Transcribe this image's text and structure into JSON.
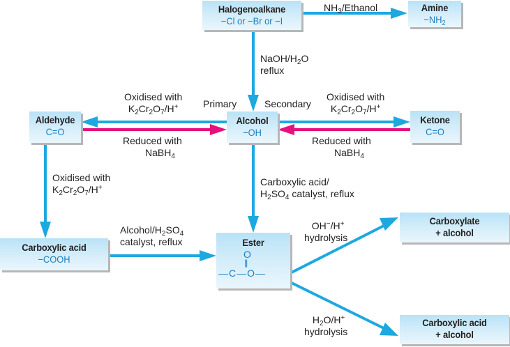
{
  "diagram": {
    "title": "Reaction pathways of organic functional groups",
    "colors": {
      "oxidation_arrow": "#1ea8e0",
      "reduction_arrow": "#e5127d",
      "box_top": "#b9e2f6",
      "box_bottom": "#eaf6fd",
      "group_text": "#1c7fc1",
      "shadow": "#b7b7b7"
    },
    "nodes": {
      "halogenoalkane": {
        "title": "Halogenoalkane",
        "group": "−Cl or −Br or −I"
      },
      "amine": {
        "title": "Amine",
        "group_main": "−NH",
        "group_sub": "2"
      },
      "alcohol": {
        "title": "Alcohol",
        "group": "−OH"
      },
      "aldehyde": {
        "title": "Aldehyde",
        "group": "C=O"
      },
      "ketone": {
        "title": "Ketone",
        "group": "C=O"
      },
      "carboxylic_acid": {
        "title": "Carboxylic acid",
        "group": "−COOH"
      },
      "ester": {
        "title": "Ester",
        "struct_o_top": "O",
        "struct_double_bond": "||",
        "struct_chain": "—C—O—"
      },
      "carboxylate": {
        "line1": "Carboxylate",
        "line2": "+ alcohol"
      },
      "carboxylic_acid_alcohol": {
        "line1": "Carboxylic acid",
        "line2": "+ alcohol"
      }
    },
    "edges": [
      {
        "from": "halogenoalkane",
        "to": "amine",
        "type": "oxidation_arrow",
        "label": {
          "a": "NH",
          "a_sub": "3",
          "b": "/Ethanol"
        }
      },
      {
        "from": "halogenoalkane",
        "to": "alcohol",
        "type": "oxidation_arrow",
        "label": {
          "l1_a": "NaOH/H",
          "l1_sub": "2",
          "l1_b": "O",
          "l2": "reflux"
        }
      },
      {
        "from": "alcohol",
        "to": "aldehyde",
        "type": "oxidation_arrow",
        "branch": "Primary",
        "label": {
          "l1": "Oxidised with",
          "k": "K",
          "k_sub": "2",
          "cr": "Cr",
          "cr_sub": "2",
          "o": "O",
          "o_sub": "7",
          "h": "/H",
          "h_sup": "+"
        }
      },
      {
        "from": "aldehyde",
        "to": "alcohol",
        "type": "reduction_arrow",
        "label": {
          "l1": "Reduced with",
          "l2_a": "NaBH",
          "l2_sub": "4"
        }
      },
      {
        "from": "alcohol",
        "to": "ketone",
        "type": "oxidation_arrow",
        "branch": "Secondary",
        "label": {
          "l1": "Oxidised with",
          "k": "K",
          "k_sub": "2",
          "cr": "Cr",
          "cr_sub": "2",
          "o": "O",
          "o_sub": "7",
          "h": "/H",
          "h_sup": "+"
        }
      },
      {
        "from": "ketone",
        "to": "alcohol",
        "type": "reduction_arrow",
        "label": {
          "l1": "Reduced with",
          "l2_a": "NaBH",
          "l2_sub": "4"
        }
      },
      {
        "from": "aldehyde",
        "to": "carboxylic_acid",
        "type": "oxidation_arrow",
        "label": {
          "l1": "Oxidised with",
          "k": "K",
          "k_sub": "2",
          "cr": "Cr",
          "cr_sub": "2",
          "o": "O",
          "o_sub": "7",
          "h": "/H",
          "h_sup": "+"
        }
      },
      {
        "from": "alcohol",
        "to": "ester",
        "type": "oxidation_arrow",
        "label": {
          "l1": "Carboxylic acid/",
          "l2_a": "H",
          "l2_sub1": "2",
          "l2_b": "SO",
          "l2_sub2": "4",
          "l2_c": " catalyst, reflux"
        }
      },
      {
        "from": "carboxylic_acid",
        "to": "ester",
        "type": "oxidation_arrow",
        "label": {
          "l1_a": "Alcohol/H",
          "l1_sub1": "2",
          "l1_b": "SO",
          "l1_sub2": "4",
          "l2": "catalyst, reflux"
        }
      },
      {
        "from": "ester",
        "to": "carboxylate",
        "type": "oxidation_arrow",
        "label": {
          "l1_a": "OH",
          "l1_sup1": "−",
          "l1_b": "/H",
          "l1_sup2": "+",
          "l2": "hydrolysis"
        }
      },
      {
        "from": "ester",
        "to": "carboxylic_acid_alcohol",
        "type": "oxidation_arrow",
        "label": {
          "l1_a": "H",
          "l1_sub": "2",
          "l1_b": "O/H",
          "l1_sup": "+",
          "l2": "hydrolysis"
        }
      }
    ],
    "branch_labels": {
      "primary": "Primary",
      "secondary": "Secondary"
    }
  }
}
